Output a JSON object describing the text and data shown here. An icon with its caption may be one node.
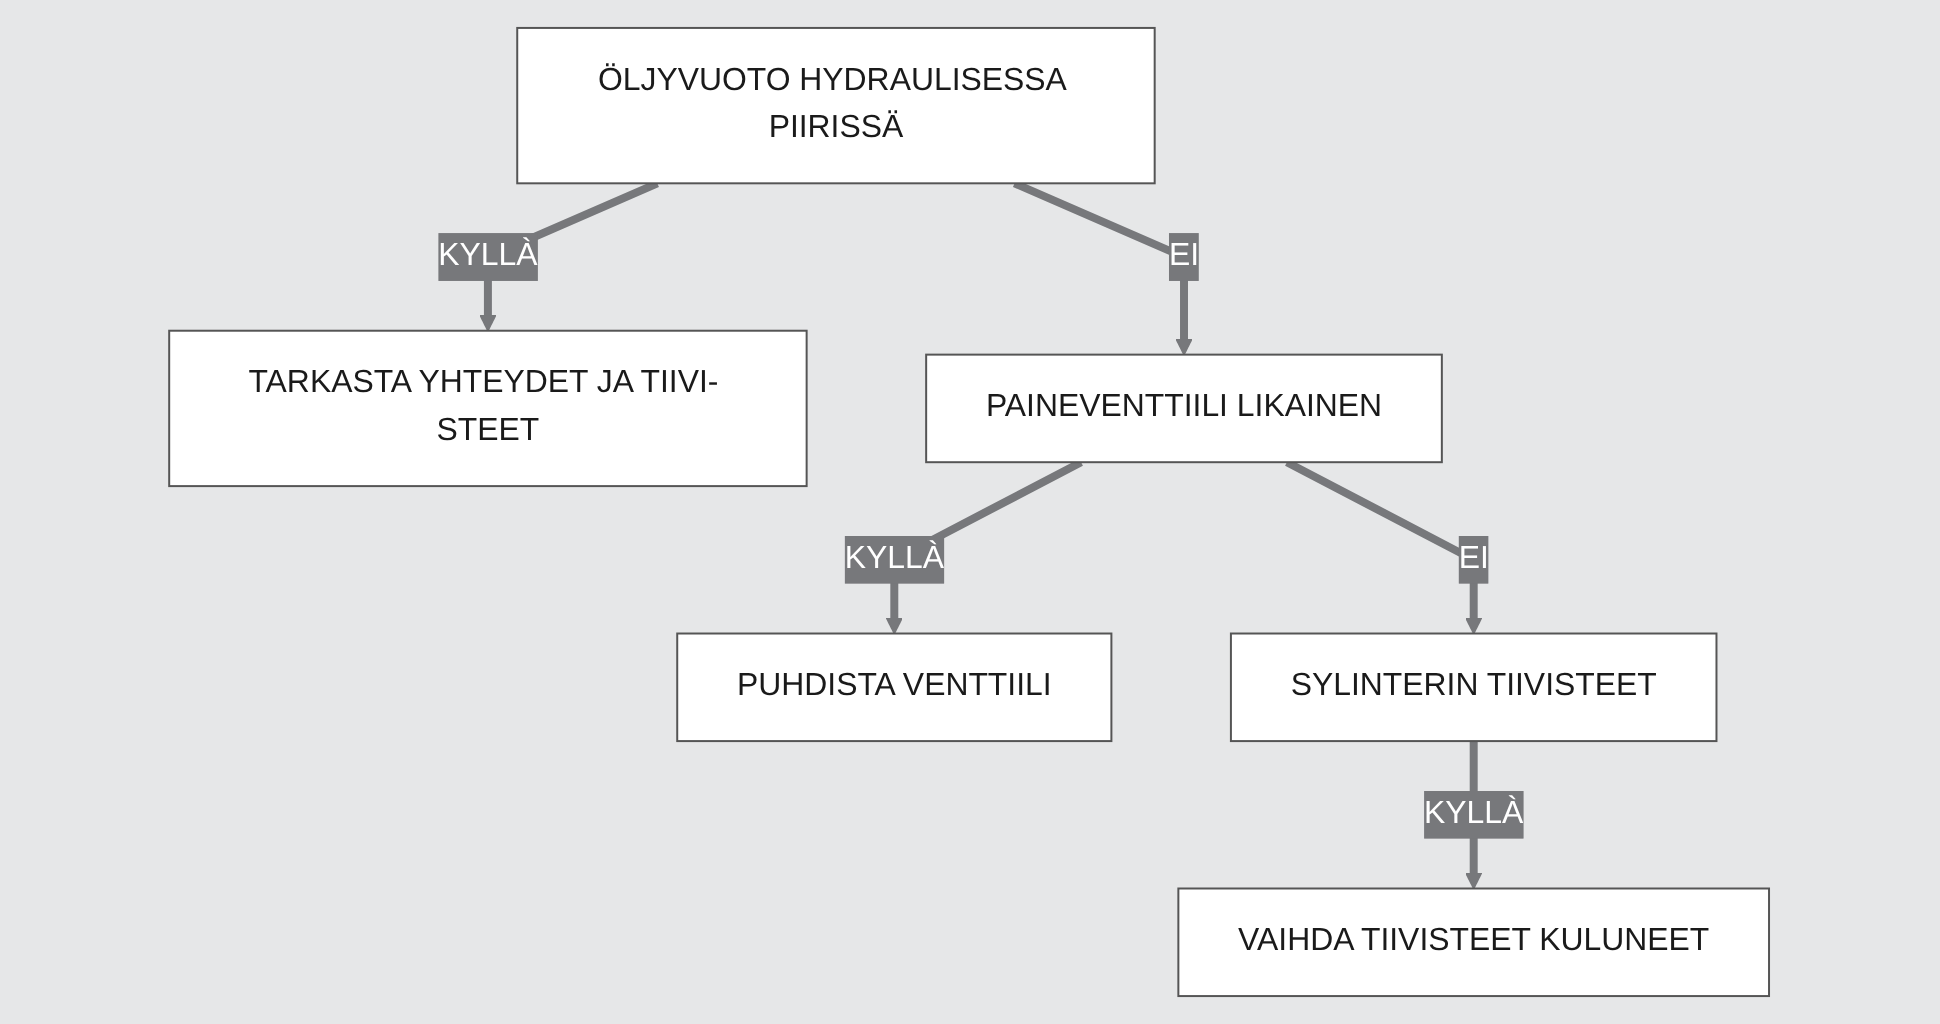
{
  "diagram": {
    "nodes": [
      {
        "text": [
          "ÖLJYVUOTO HYDRAULISESSA PIIRISSÄ"
        ]
      },
      {
        "text": [
          "TARKASTA YHTEYDET JA TIIVI- STEET"
        ]
      },
      {
        "text": [
          "PAINEVENTTIILI LIKAINEN"
        ]
      },
      {
        "text": [
          "PUHDISTA VENTTIILI"
        ]
      },
      {
        "text": [
          "SYLINTERIN TIIVISTEET"
        ]
      },
      {
        "text": [
          "VAIHDA TIIVISTEET KULUNEET"
        ]
      }
    ],
    "edges": [
      {
        "from": 0,
        "to": 1,
        "arrow": "to",
        "label": "KYLLÀ"
      },
      {
        "from": 0,
        "to": 2,
        "arrow": "to",
        "label": "EI"
      },
      {
        "from": 2,
        "to": 3,
        "arrow": "to",
        "label": "KYLLÀ"
      },
      {
        "from": 2,
        "to": 4,
        "arrow": "to",
        "label": "EI"
      },
      {
        "from": 4,
        "to": 5,
        "arrow": "to",
        "label": "KYLLÀ"
      }
    ]
  }
}
